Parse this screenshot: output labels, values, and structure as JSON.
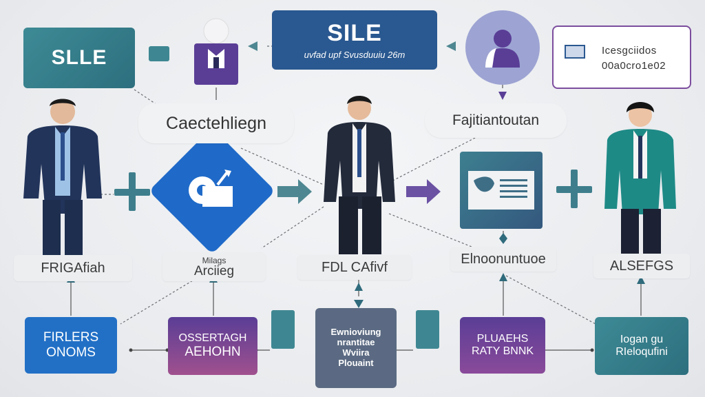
{
  "colors": {
    "teal": "#3d8a95",
    "navy": "#2a5890",
    "purple": "#5a3e96",
    "blue": "#2270c6",
    "magenta_purple": "#7c3e9e"
  },
  "top_left": {
    "title": "SLLE"
  },
  "top_center": {
    "title": "SILE",
    "subtitle": "uvfad upf Svusduuiu 26m"
  },
  "top_right_card": {
    "line1": "Icesgciidos",
    "line2": "00a0cro1e02",
    "icon": "id-card-icon"
  },
  "mid_pills": {
    "left": "Caectehliegn",
    "right": "Fajitiantoutan"
  },
  "diamond": {
    "icon": "camera-icon"
  },
  "labels": {
    "l1": "FRIGAfiah",
    "l2_line1": "Milags",
    "l2_line2": "Arciieg",
    "l3": "FDL CAfivf",
    "l4": "Elnoonuntuoe",
    "l5": "ALSEFGS"
  },
  "nodes": {
    "n1": {
      "line1": "FIRLERS",
      "line2": "ONOMS"
    },
    "n2": {
      "line1": "OSSERTAGH",
      "line2": "AEHOHN"
    },
    "n3": {
      "line1": "Ewnioviung",
      "line2": "nrantitae",
      "line3": "Wviira",
      "line4": "Plouaint"
    },
    "n4": {
      "line1": "PLUAEHS",
      "line2": "RATY BNNK"
    },
    "n5": {
      "line1": "Iogan gu",
      "line2": "RIeloqufini"
    }
  }
}
